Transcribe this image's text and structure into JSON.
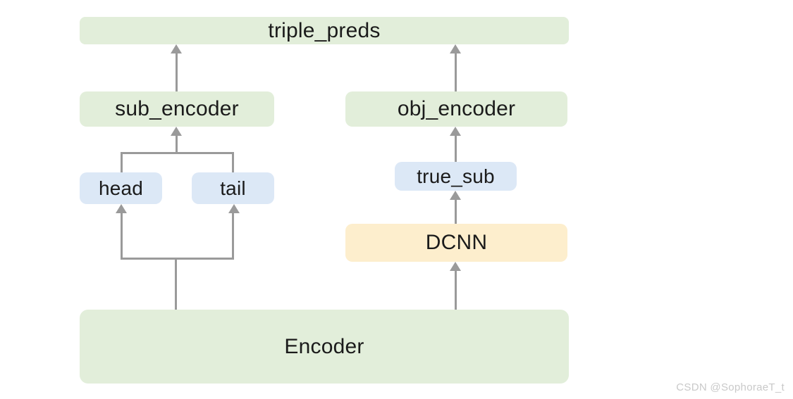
{
  "diagram": {
    "title": "",
    "nodes": [
      {
        "id": "triple_preds",
        "label": "triple_preds",
        "color": "#e2eeda",
        "style": "green"
      },
      {
        "id": "sub_encoder",
        "label": "sub_encoder",
        "color": "#e2eeda",
        "style": "green"
      },
      {
        "id": "obj_encoder",
        "label": "obj_encoder",
        "color": "#e2eeda",
        "style": "green"
      },
      {
        "id": "head",
        "label": "head",
        "color": "#dce8f6",
        "style": "blue"
      },
      {
        "id": "tail",
        "label": "tail",
        "color": "#dce8f6",
        "style": "blue"
      },
      {
        "id": "true_sub",
        "label": "true_sub",
        "color": "#dce8f6",
        "style": "blue"
      },
      {
        "id": "dcnn",
        "label": "DCNN",
        "color": "#fdeecd",
        "style": "cream"
      },
      {
        "id": "encoder",
        "label": "Encoder",
        "color": "#e2eeda",
        "style": "green"
      }
    ],
    "edges": [
      {
        "from": "sub_encoder",
        "to": "triple_preds",
        "kind": "arrow"
      },
      {
        "from": "obj_encoder",
        "to": "triple_preds",
        "kind": "arrow"
      },
      {
        "from": "head",
        "to": "sub_encoder",
        "kind": "bracket-arrow"
      },
      {
        "from": "tail",
        "to": "sub_encoder",
        "kind": "bracket-arrow"
      },
      {
        "from": "encoder",
        "to": "head",
        "kind": "bracket-arrow"
      },
      {
        "from": "encoder",
        "to": "tail",
        "kind": "bracket-arrow"
      },
      {
        "from": "encoder",
        "to": "dcnn",
        "kind": "arrow"
      },
      {
        "from": "dcnn",
        "to": "true_sub",
        "kind": "arrow"
      },
      {
        "from": "true_sub",
        "to": "obj_encoder",
        "kind": "arrow"
      }
    ],
    "edge_color": "#9a9a9a",
    "background": "#ffffff"
  },
  "watermark": {
    "text": "CSDN @SophoraeT_t",
    "color": "#c9c9c9"
  }
}
